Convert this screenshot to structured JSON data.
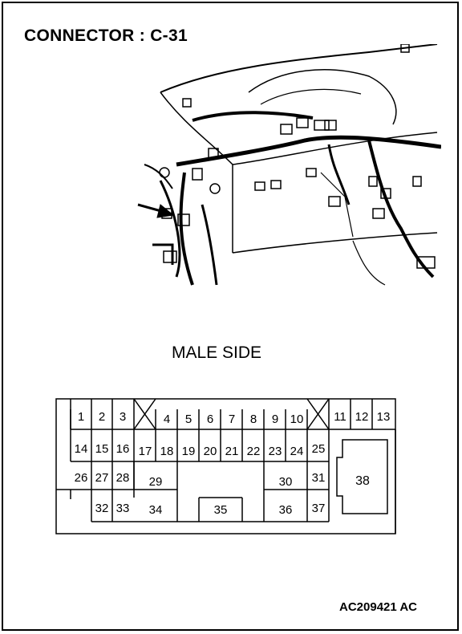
{
  "title": "CONNECTOR : C-31",
  "side_label": "MALE SIDE",
  "code": "AC209421 AC",
  "pins": {
    "p1": "1",
    "p2": "2",
    "p3": "3",
    "p4": "4",
    "p5": "5",
    "p6": "6",
    "p7": "7",
    "p8": "8",
    "p9": "9",
    "p10": "10",
    "p11": "11",
    "p12": "12",
    "p13": "13",
    "p14": "14",
    "p15": "15",
    "p16": "16",
    "p17": "17",
    "p18": "18",
    "p19": "19",
    "p20": "20",
    "p21": "21",
    "p22": "22",
    "p23": "23",
    "p24": "24",
    "p25": "25",
    "p26": "26",
    "p27": "27",
    "p28": "28",
    "p29": "29",
    "p30": "30",
    "p31": "31",
    "p32": "32",
    "p33": "33",
    "p34": "34",
    "p35": "35",
    "p36": "36",
    "p37": "37",
    "p38": "38"
  }
}
